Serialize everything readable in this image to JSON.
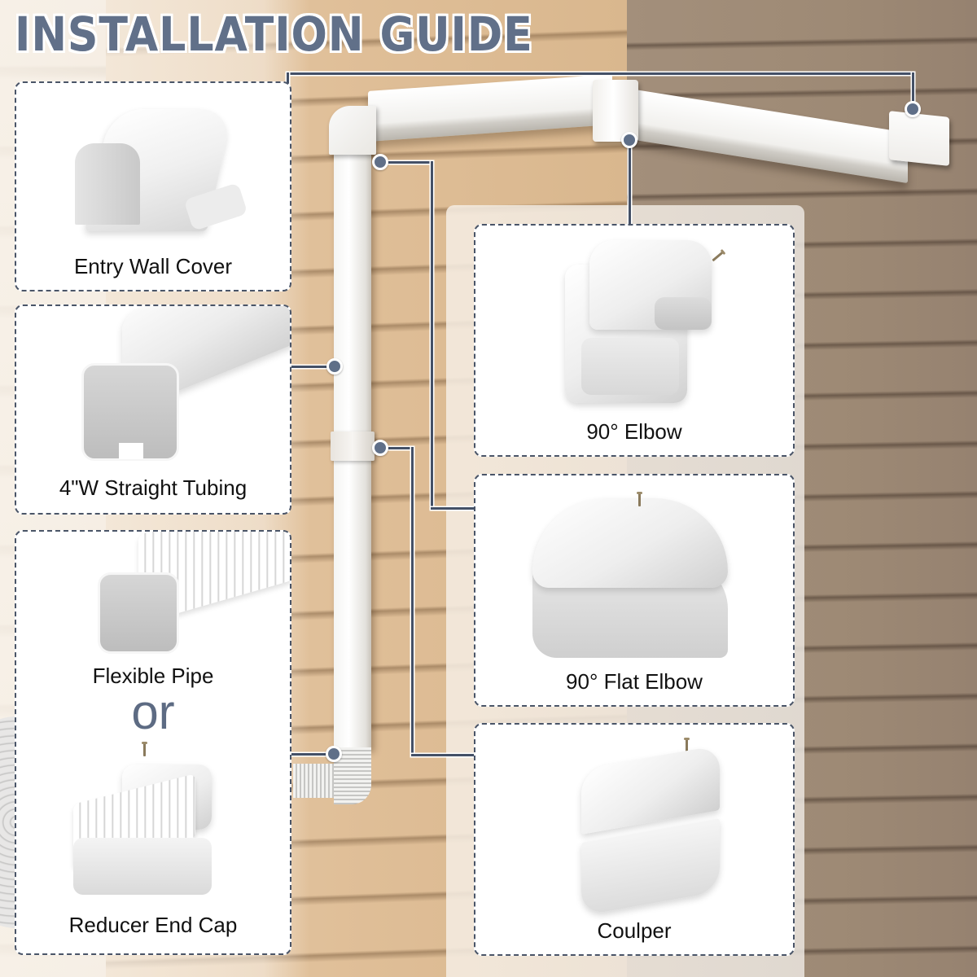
{
  "title": "INSTALLATION GUIDE",
  "colors": {
    "title_fill": "#617089",
    "title_outline": "#ffffff",
    "connector_line": "#445066",
    "connector_dot": "#5f6f88",
    "card_border": "#4a5568",
    "or_text": "#5d6b83"
  },
  "parts": {
    "entry_wall_cover": {
      "label": "Entry Wall Cover",
      "icon": "entry-wall-cover-image"
    },
    "straight_tubing": {
      "label": "4\"W Straight Tubing",
      "icon": "straight-tubing-image"
    },
    "flexible_pipe": {
      "label": "Flexible Pipe",
      "icon": "flexible-pipe-image"
    },
    "or_separator": "or",
    "reducer_end_cap": {
      "label": "Reducer End Cap",
      "icon": "reducer-end-cap-image"
    },
    "elbow_90": {
      "label": "90° Elbow",
      "icon": "90-elbow-image"
    },
    "flat_elbow_90": {
      "label": "90° Flat Elbow",
      "icon": "90-flat-elbow-image"
    },
    "coupler": {
      "label": "Coulper",
      "icon": "coupler-image"
    }
  },
  "scene": {
    "background": "wood-siding-wall-corner",
    "illustration": "line-set-cover-duct-installed-on-wall"
  }
}
